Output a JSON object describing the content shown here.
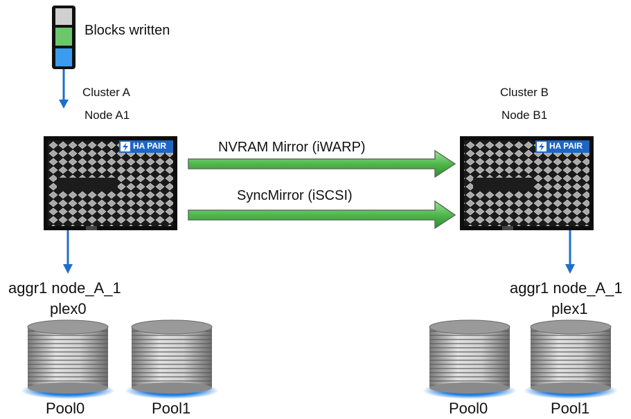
{
  "legend": {
    "label": "Blocks written",
    "colors": [
      "#d0d0d0",
      "#6cc76a",
      "#3b9bf0"
    ]
  },
  "node_a": {
    "cluster": "Cluster A",
    "node": "Node A1",
    "badge": "HA PAIR"
  },
  "node_b": {
    "cluster": "Cluster B",
    "node": "Node B1",
    "badge": "HA PAIR"
  },
  "links": {
    "nvram": "NVRAM Mirror (iWARP)",
    "syncmirror": "SyncMirror (iSCSI)"
  },
  "aggr_a": {
    "name": "aggr1 node_A_1",
    "plex": "plex0"
  },
  "aggr_b": {
    "name": "aggr1 node_A_1",
    "plex": "plex1"
  },
  "pools_a": [
    "Pool0",
    "Pool1"
  ],
  "pools_b": [
    "Pool0",
    "Pool1"
  ],
  "colors": {
    "arrow_blue": "#1f6fc9",
    "link_green": "#5cc25a",
    "badge_blue": "#1f66c4",
    "disk_blue": "#1f7de0"
  }
}
